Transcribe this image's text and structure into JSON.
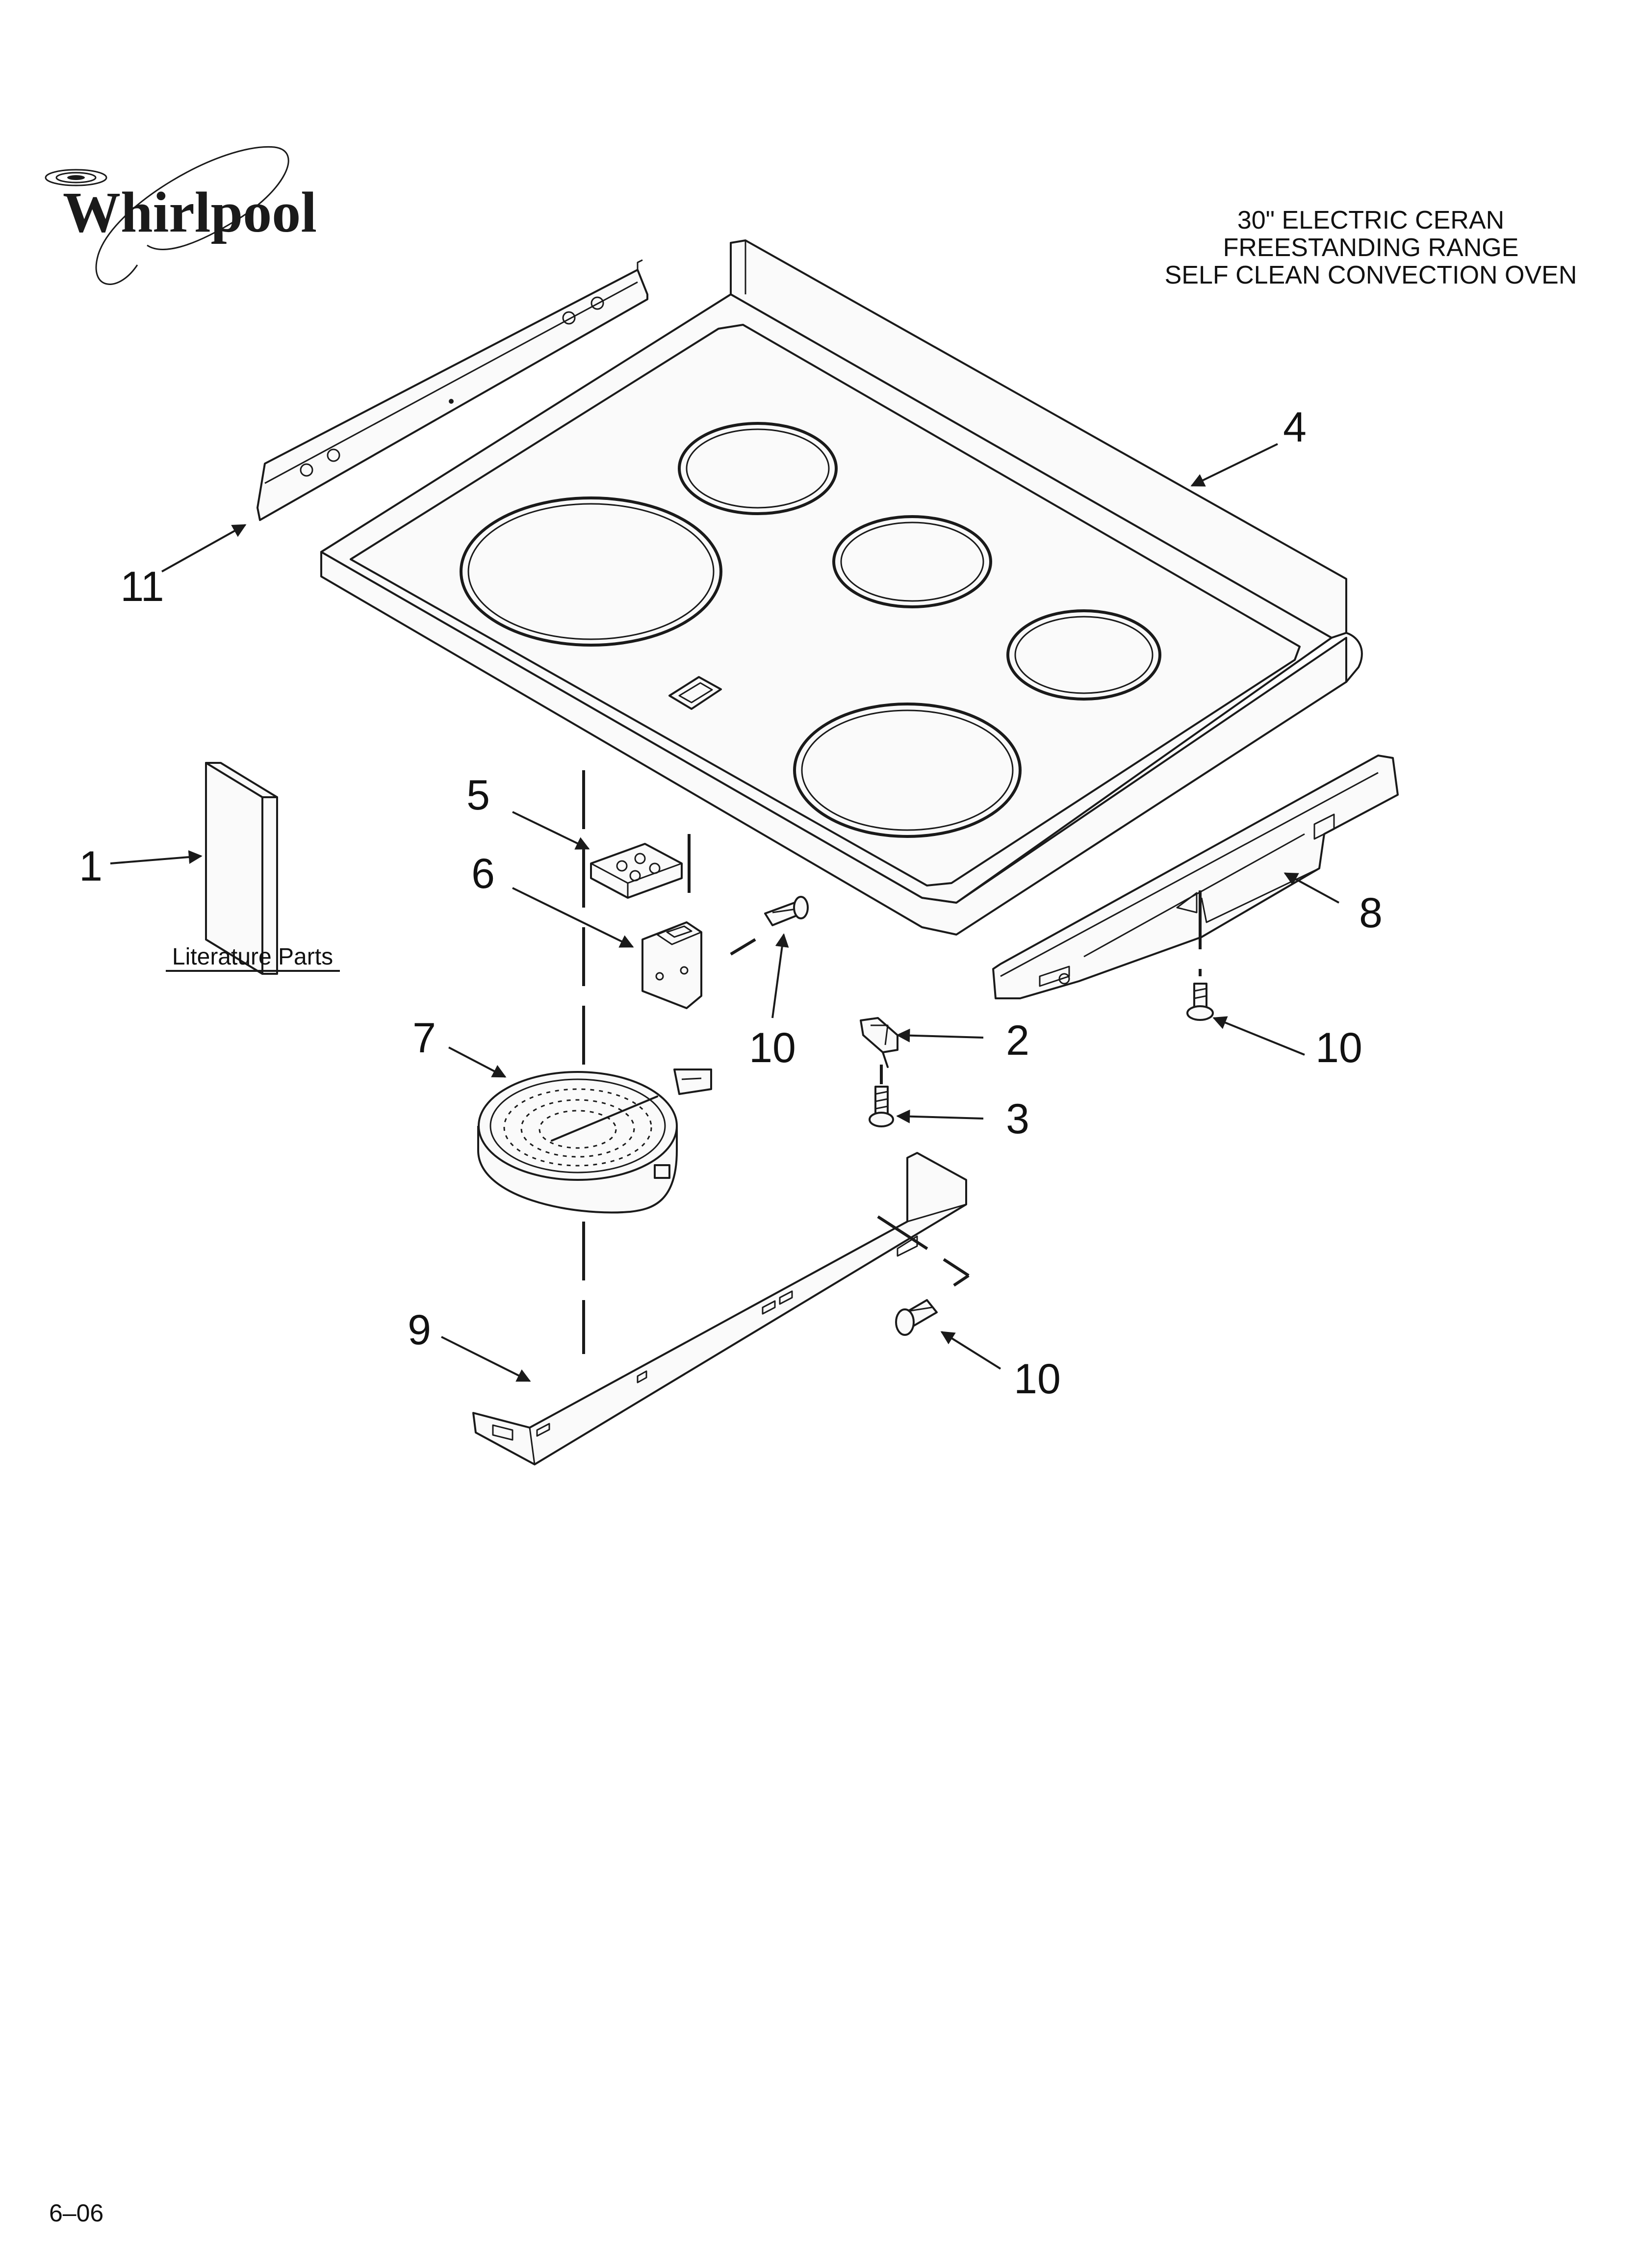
{
  "brand": {
    "name": "Whirlpool"
  },
  "title": {
    "lines": [
      "30\" ELECTRIC CERAN",
      "FREESTANDING RANGE",
      "SELF CLEAN CONVECTION OVEN"
    ]
  },
  "literature": {
    "label": "Literature Parts"
  },
  "callouts": {
    "c1": "1",
    "c2": "2",
    "c3": "3",
    "c4": "4",
    "c5": "5",
    "c6": "6",
    "c7": "7",
    "c8": "8",
    "c9": "9",
    "c10a": "10",
    "c10b": "10",
    "c10c": "10",
    "c11": "11"
  },
  "footer": {
    "code": "6–06"
  }
}
